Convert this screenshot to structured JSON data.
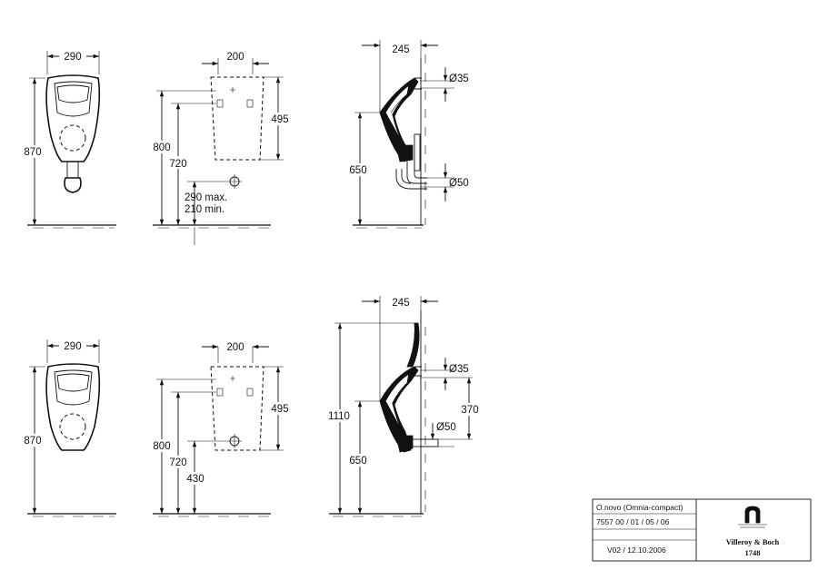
{
  "drawing": {
    "top": {
      "front_width": "290",
      "front_height": "870",
      "back_width": "200",
      "back_height": "495",
      "back_total": "800",
      "back_mid": "720",
      "back_note1": "290 max.",
      "back_note2": "210 min.",
      "side_depth": "245",
      "side_dia_top": "Ø35",
      "side_height": "650",
      "side_dia_bottom": "Ø50"
    },
    "bottom": {
      "front_width": "290",
      "front_height": "870",
      "back_width": "200",
      "back_height": "495",
      "back_total": "800",
      "back_mid": "720",
      "back_low": "430",
      "side_depth": "245",
      "side_total": "1110",
      "side_dia_top": "Ø35",
      "side_dia_mid": "Ø50",
      "side_right": "370",
      "side_height": "650"
    }
  },
  "title_block": {
    "product": "O.novo (Omnia-compact)",
    "codes": "7557 00 / 01 / 05 / 06",
    "version": "V02 / 12.10.2006",
    "brand": "Villeroy & Boch",
    "year": "1748",
    "logo": "villeroy-boch-gate-icon"
  }
}
